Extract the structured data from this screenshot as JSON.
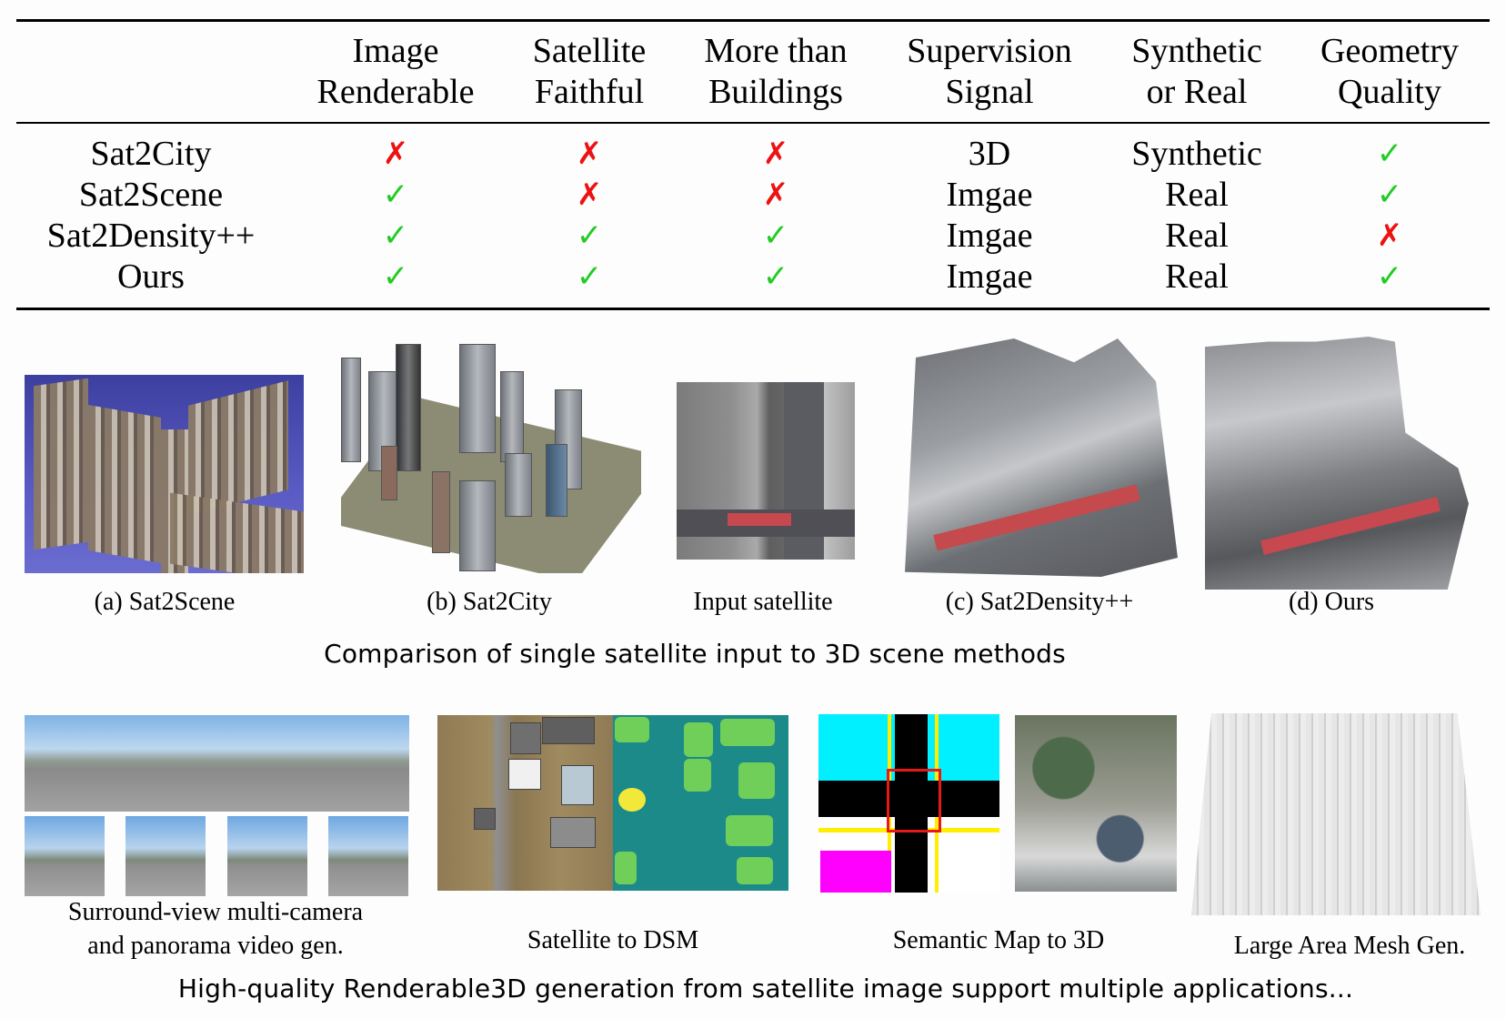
{
  "table": {
    "columns": [
      {
        "line1": "Image",
        "line2": "Renderable"
      },
      {
        "line1": "Satellite",
        "line2": "Faithful"
      },
      {
        "line1": "More than",
        "line2": "Buildings"
      },
      {
        "line1": "Supervision",
        "line2": "Signal"
      },
      {
        "line1": "Synthetic",
        "line2": "or Real"
      },
      {
        "line1": "Geometry",
        "line2": "Quality"
      }
    ],
    "rows": [
      {
        "method": "Sat2City",
        "image_renderable": "✗",
        "satellite_faithful": "✗",
        "more_than_buildings": "✗",
        "supervision_signal": "3D",
        "synthetic_or_real": "Synthetic",
        "geometry_quality": "✓"
      },
      {
        "method": "Sat2Scene",
        "image_renderable": "✓",
        "satellite_faithful": "✗",
        "more_than_buildings": "✗",
        "supervision_signal": "Imgae",
        "synthetic_or_real": "Real",
        "geometry_quality": "✓"
      },
      {
        "method": "Sat2Density++",
        "image_renderable": "✓",
        "satellite_faithful": "✓",
        "more_than_buildings": "✓",
        "supervision_signal": "Imgae",
        "synthetic_or_real": "Real",
        "geometry_quality": "✗"
      },
      {
        "method": "Ours",
        "image_renderable": "✓",
        "satellite_faithful": "✓",
        "more_than_buildings": "✓",
        "supervision_signal": "Imgae",
        "synthetic_or_real": "Real",
        "geometry_quality": "✓"
      }
    ],
    "colors": {
      "check": "#22cc22",
      "cross": "#ee1111"
    }
  },
  "comparison": {
    "captions": [
      "(a) Sat2Scene",
      "(b) Sat2City",
      "Input  satellite",
      "(c) Sat2Density++",
      "(d) Ours"
    ],
    "headline": "Comparison of single satellite input  to 3D scene methods"
  },
  "applications": {
    "captions": {
      "surround_line1": "Surround-view multi-camera",
      "surround_line2": "and panorama video gen.",
      "dsm": "Satellite to DSM",
      "semantic": "Semantic Map to 3D",
      "mesh": "Large Area Mesh Gen."
    },
    "headline": "High-quality Renderable3D generation from satellite image support multiple applications..."
  }
}
